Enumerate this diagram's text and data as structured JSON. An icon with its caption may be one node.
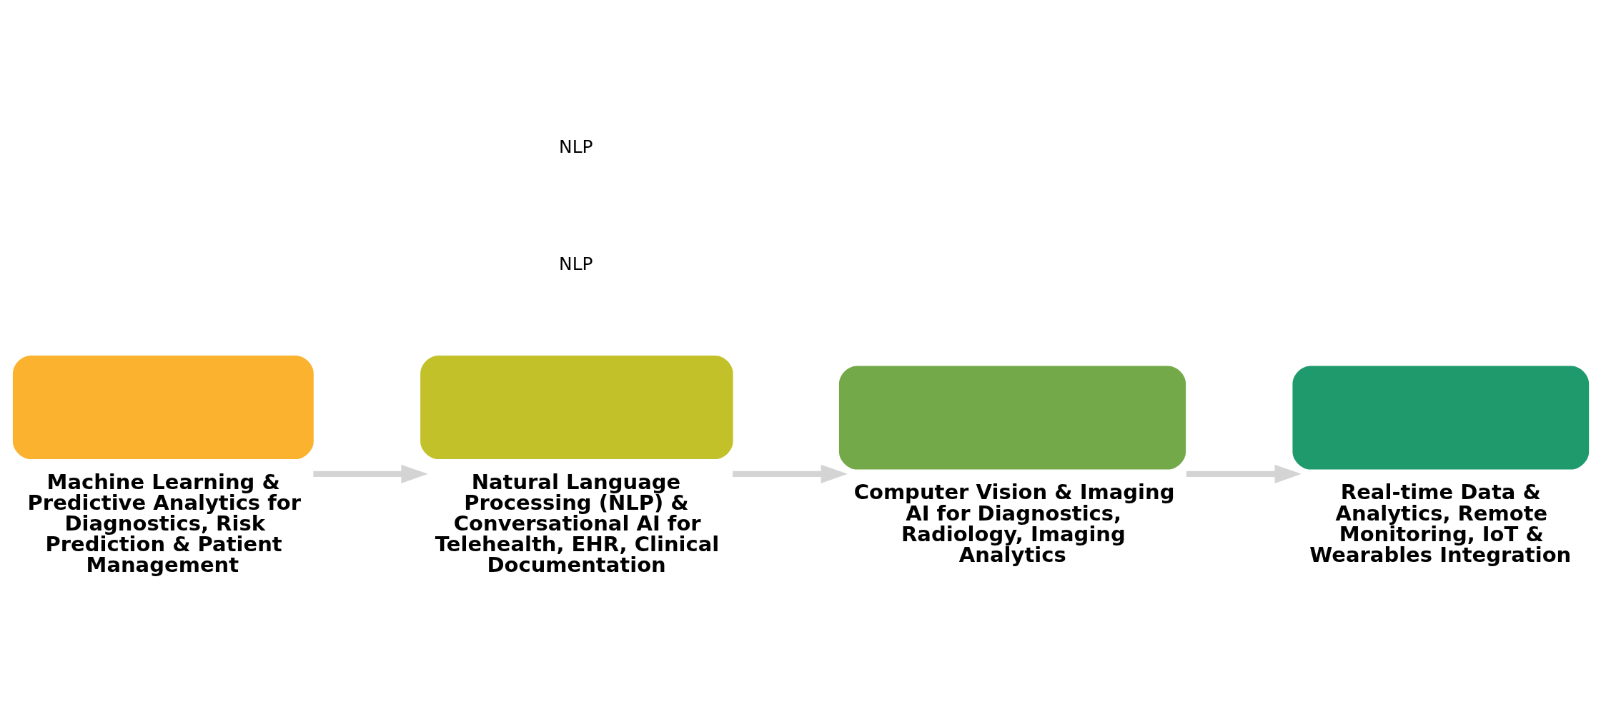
{
  "diagram": {
    "nodes": [
      {
        "text": [
          "Machine Learning & Predictive Analytics for Diagnostics, Risk Prediction & Patient Management"
        ]
      },
      {
        "text": [
          "Natural Language Processing (NLP) & Conversational AI for Telehealth, EHR, Clinical Documentation"
        ]
      },
      {
        "text": [
          "Computer Vision & Imaging AI for Diagnostics, Radiology, Imaging Analytics"
        ]
      },
      {
        "text": [
          "Real-time Data & Analytics, Remote Monitoring, IoT & Wearables Integration"
        ]
      }
    ],
    "edges": [
      {
        "from": 0,
        "to": 1,
        "arrow": "to",
        "color": "#d4d4d4"
      },
      {
        "from": 1,
        "to": 2,
        "arrow": "to",
        "color": "#d4d4d4"
      },
      {
        "from": 2,
        "to": 3,
        "arrow": "to",
        "color": "#d4d4d4"
      }
    ],
    "labels": [
      "NLP",
      "NLP"
    ]
  }
}
